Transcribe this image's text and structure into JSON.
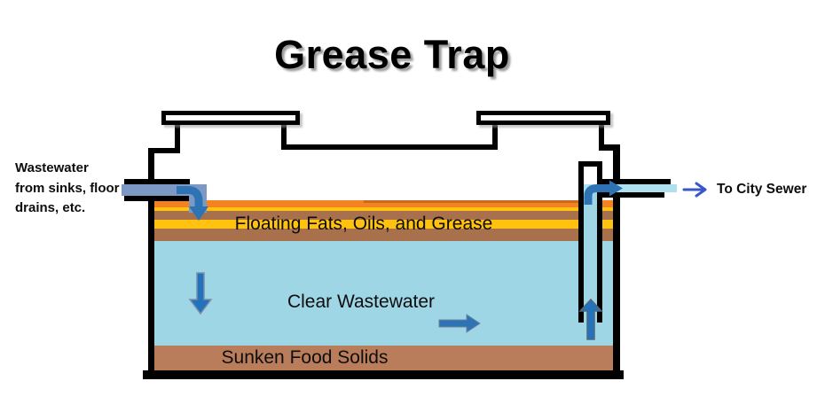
{
  "title": "Grease Trap",
  "inlet": {
    "label_lines": [
      "Wastewater",
      "from sinks, floor",
      "drains, etc."
    ]
  },
  "outlet": {
    "label": "To City Sewer"
  },
  "tank": {
    "layers": [
      {
        "name": "floating-fats-oils-grease",
        "label": "Floating Fats, Oils, and Grease"
      },
      {
        "name": "clear-wastewater",
        "label": "Clear Wastewater"
      },
      {
        "name": "sunken-food-solids",
        "label": "Sunken Food Solids"
      }
    ]
  },
  "icons": {
    "inlet_flow": "curved-down-arrow",
    "outlet_flow": "curved-right-arrow",
    "settle_flow": "down-arrow",
    "drift_flow": "right-arrow",
    "rise_flow": "up-arrow",
    "sewer_direction": "thin-right-arrow"
  },
  "colors": {
    "grease_orange": "#F58220",
    "grease_orange_edge": "#C96A1E",
    "grease_yellow": "#FFC20E",
    "grease_brown": "#A9714B",
    "water_blue": "#9FD6E6",
    "solids_brown": "#B97D5C",
    "inlet_pipe_water": "#7C99C6",
    "outlet_pipe_water": "#AEE0F0",
    "flow_arrow_blue": "#2E74B5",
    "sewer_arrow_blue": "#3A56C8",
    "structure_black": "#000000"
  }
}
